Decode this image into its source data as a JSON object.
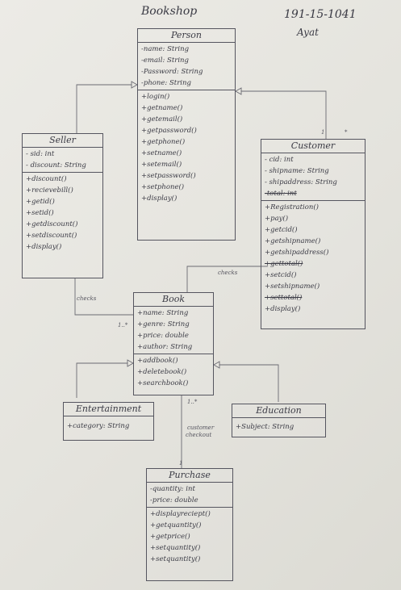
{
  "header": {
    "title": "Bookshop",
    "student_id": "191-15-1041",
    "author": "Ayat"
  },
  "classes": {
    "person": {
      "name": "Person",
      "attributes": [
        "-name: String",
        "-email: String",
        "-Password: String",
        "-phone: String"
      ],
      "methods": [
        "+login()",
        "+getname()",
        "+getemail()",
        "+getpassword()",
        "+getphone()",
        "+setname()",
        "+setemail()",
        "+setpassword()",
        "+setphone()",
        "+display()"
      ]
    },
    "seller": {
      "name": "Seller",
      "attributes": [
        "- sid: int",
        "- discount: String"
      ],
      "methods": [
        "+discount()",
        "+recievebill()",
        "+getid()",
        "+setid()",
        "+getdiscount()",
        "+setdiscount()",
        "+display()"
      ]
    },
    "customer": {
      "name": "Customer",
      "attributes": [
        "- cid: int",
        "- shipname: String",
        "- shipaddress: String",
        "-total: int"
      ],
      "methods": [
        "+Registration()",
        "+pay()",
        "+getcid()",
        "+getshipname()",
        "+getshipaddress()",
        "+gettotal()",
        "+setcid()",
        "+setshipname()",
        "+settotal()",
        "+display()"
      ]
    },
    "book": {
      "name": "Book",
      "attributes": [
        "+name: String",
        "+genre: String",
        "+price: double",
        "+author: String"
      ],
      "methods": [
        "+addbook()",
        "+deletebook()",
        "+searchbook()"
      ]
    },
    "entertainment": {
      "name": "Entertainment",
      "attributes": [
        "+category: String"
      ]
    },
    "education": {
      "name": "Education",
      "attributes": [
        "+Subject: String"
      ]
    },
    "purchase": {
      "name": "Purchase",
      "attributes": [
        "-quantity: int",
        "-price: double"
      ],
      "methods": [
        "+displayreciept()",
        "+getquantity()",
        "+getprice()",
        "+setquantity()",
        "+setquantity()"
      ]
    }
  },
  "relations": {
    "checks_left": "checks",
    "checks_right": "checks",
    "customer_checkout_1": "customer",
    "customer_checkout_2": "checkout",
    "mult_customer_1": "1",
    "mult_customer_2": "*",
    "mult_book_1": "1..*",
    "mult_purchase_1": "1..*",
    "mult_purchase_2": "1"
  },
  "colors": {
    "ink": "#3a3a44",
    "paper": "#e7e6e0"
  }
}
